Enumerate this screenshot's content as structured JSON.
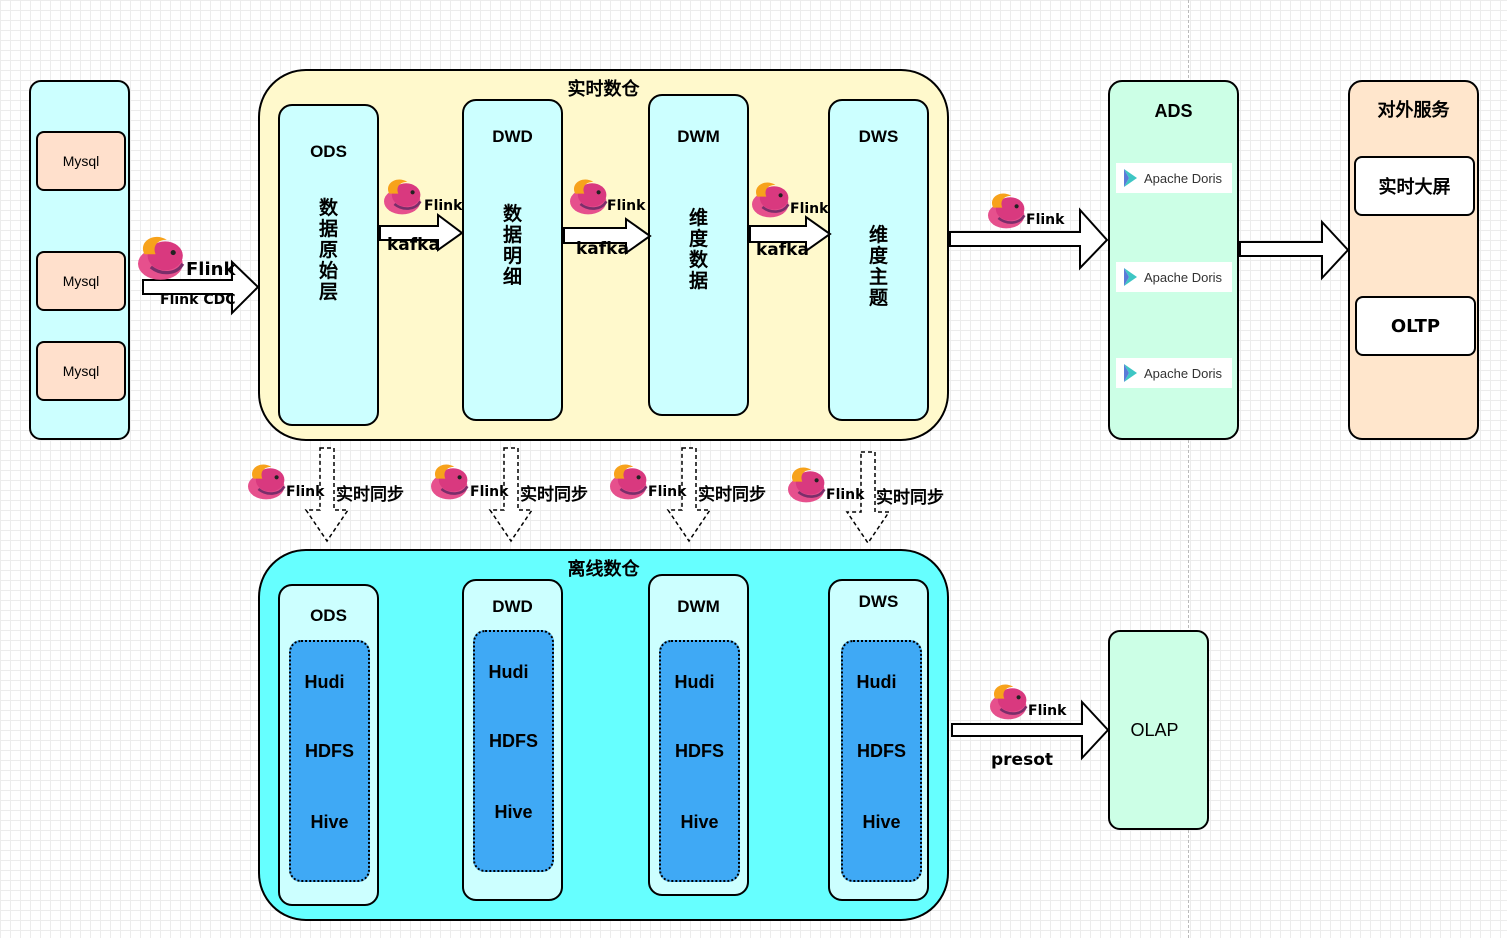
{
  "sources": {
    "items": [
      "Mysql",
      "Mysql",
      "Mysql"
    ],
    "cdc_label": "Flink CDC"
  },
  "realtime": {
    "title": "实时数仓",
    "layers": [
      {
        "name": "ODS",
        "desc": [
          "数",
          "据",
          "原",
          "始",
          "层"
        ]
      },
      {
        "name": "DWD",
        "desc": [
          "数",
          "据",
          "明",
          "细"
        ]
      },
      {
        "name": "DWM",
        "desc": [
          "维",
          "度",
          "数",
          "据"
        ]
      },
      {
        "name": "DWS",
        "desc": [
          "维",
          "度",
          "主",
          "题"
        ]
      }
    ],
    "kafka_labels": [
      "kafka",
      "kafka",
      "kafka"
    ]
  },
  "flink_label": "Flink",
  "sync_labels": [
    "实时同步",
    "实时同步",
    "实时同步",
    "实时同步"
  ],
  "offline": {
    "title": "离线数仓",
    "layers": [
      {
        "name": "ODS",
        "stores": [
          "Hudi",
          "HDFS",
          "Hive"
        ]
      },
      {
        "name": "DWD",
        "stores": [
          "Hudi",
          "HDFS",
          "Hive"
        ]
      },
      {
        "name": "DWM",
        "stores": [
          "Hudi",
          "HDFS",
          "Hive"
        ]
      },
      {
        "name": "DWS",
        "stores": [
          "Hudi",
          "HDFS",
          "Hive"
        ]
      }
    ]
  },
  "ads": {
    "title": "ADS",
    "items": [
      "Apache Doris",
      "Apache Doris",
      "Apache Doris"
    ]
  },
  "service": {
    "title": "对外服务",
    "items": [
      "实时大屏",
      "OLTP"
    ]
  },
  "olap": {
    "label": "OLAP",
    "presto_label": "presot"
  },
  "colors": {
    "realtime_bg": "#fff9cc",
    "layer_bg": "#ccffff",
    "offline_bg": "#66ffff",
    "store_bg": "#3fa9f5",
    "ads_bg": "#ccffe6",
    "service_bg": "#ffe6cc",
    "mysql_bg": "#ffe0cc",
    "source_bg": "#ccffff"
  },
  "icons": {
    "flink": "flink-squirrel-icon",
    "doris": "apache-doris-icon"
  }
}
